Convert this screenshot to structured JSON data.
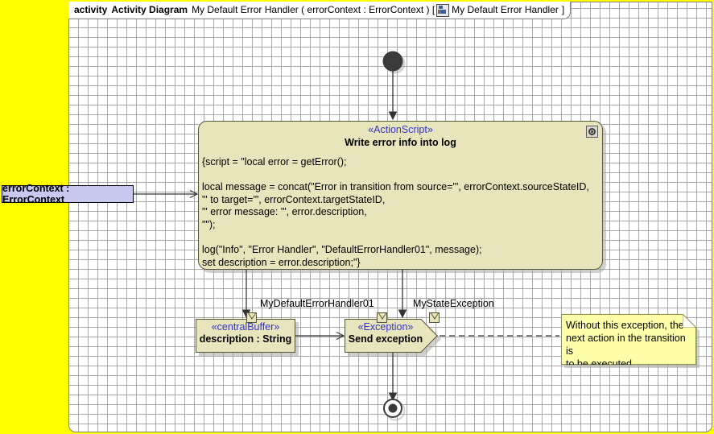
{
  "frame": {
    "keyword": "activity",
    "diagram_type": "Activity Diagram",
    "signature": "My Default Error Handler ( errorContext : ErrorContext ) [",
    "context_icon": "class-diagram-icon",
    "context_name": "My Default Error Handler",
    "signature_close": "]"
  },
  "canvas": {
    "background_color": "#ffff00",
    "frame_background": "#ffffff",
    "grid": "dotted"
  },
  "nodes": {
    "initial_node": {
      "label": "initial-node",
      "shape": "filled-circle"
    },
    "final_node": {
      "label": "activity-final-node",
      "shape": "circle-with-dot"
    },
    "parameter": {
      "label": "errorContext : ErrorContext",
      "fill": "#c8c8f0"
    },
    "action": {
      "stereotype": "«ActionScript»",
      "name": "Write error info into log",
      "icon": "action-script-icon",
      "fill": "#e8e4bc",
      "body": "{script = \"local error = getError();\n\nlocal message = concat(\"Error in transition from source=\"', errorContext.sourceStateID,\n\"' to target='\", errorContext.targetStateID,\n\"' error message: '\", error.description,\n\"\");\n\nlog(\"Info\", \"Error Handler\", \"DefaultErrorHandler01\", message);\nset description = error.description;\"}"
    },
    "central_buffer": {
      "stereotype": "«centralBuffer»",
      "name": "description : String",
      "fill": "#e8e4bc"
    },
    "send_exception": {
      "stereotype": "«Exception»",
      "name": "Send exception",
      "fill": "#e8e4bc"
    },
    "note": {
      "text": "Without this exception, the\nnext action in the transition is\nto be executed",
      "fill": "#ffffaa"
    }
  },
  "edge_labels": {
    "buffer_pin": "MyDefaultErrorHandler01",
    "exception_pin": "MyStateException"
  }
}
